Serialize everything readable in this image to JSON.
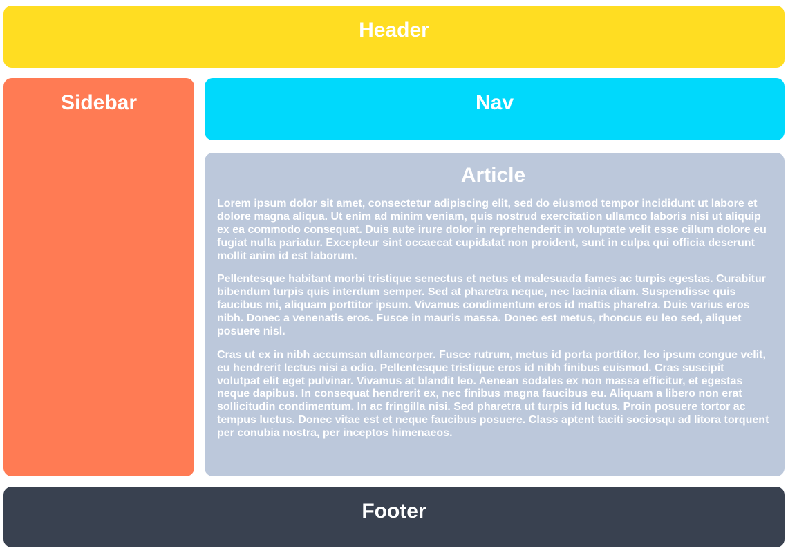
{
  "header": {
    "title": "Header"
  },
  "sidebar": {
    "title": "Sidebar"
  },
  "nav": {
    "title": "Nav"
  },
  "article": {
    "title": "Article",
    "paragraphs": [
      "Lorem ipsum dolor sit amet, consectetur adipiscing elit, sed do eiusmod tempor incididunt ut labore et dolore magna aliqua. Ut enim ad minim veniam, quis nostrud exercitation ullamco laboris nisi ut aliquip ex ea commodo consequat. Duis aute irure dolor in reprehenderit in voluptate velit esse cillum dolore eu fugiat nulla pariatur. Excepteur sint occaecat cupidatat non proident, sunt in culpa qui officia deserunt mollit anim id est laborum.",
      "Pellentesque habitant morbi tristique senectus et netus et malesuada fames ac turpis egestas. Curabitur bibendum turpis quis interdum semper. Sed at pharetra neque, nec lacinia diam. Suspendisse quis faucibus mi, aliquam porttitor ipsum. Vivamus condimentum eros id mattis pharetra. Duis varius eros nibh. Donec a venenatis eros. Fusce in mauris massa. Donec est metus, rhoncus eu leo sed, aliquet posuere nisl.",
      "Cras ut ex in nibh accumsan ullamcorper. Fusce rutrum, metus id porta porttitor, leo ipsum congue velit, eu hendrerit lectus nisi a odio. Pellentesque tristique eros id nibh finibus euismod. Cras suscipit volutpat elit eget pulvinar. Vivamus at blandit leo. Aenean sodales ex non massa efficitur, et egestas neque dapibus. In consequat hendrerit ex, nec finibus magna faucibus eu. Aliquam a libero non erat sollicitudin condimentum. In ac fringilla nisi. Sed pharetra ut turpis id luctus. Proin posuere tortor ac tempus luctus. Donec vitae est et neque faucibus posuere. Class aptent taciti sociosqu ad litora torquent per conubia nostra, per inceptos himenaeos."
    ]
  },
  "footer": {
    "title": "Footer"
  },
  "colors": {
    "page-bg": "#ffffff",
    "header-bg": "#ffdd22",
    "sidebar-bg": "#ff7b54",
    "nav-bg": "#00d9fc",
    "article-bg": "#bcc8db",
    "footer-bg": "#394150",
    "text": "#ffffff"
  }
}
